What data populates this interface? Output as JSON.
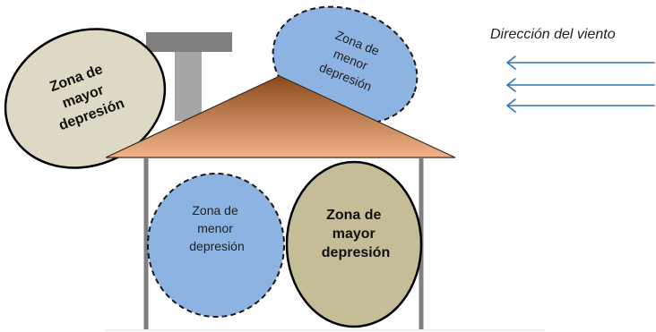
{
  "wind": {
    "label": "Dirección del viento",
    "arrow_color": "#2e75b6",
    "arrow_count": 3
  },
  "zones": {
    "roof_left": {
      "lines": [
        "Zona de",
        "mayor",
        "depresión"
      ],
      "fill": "#ddd9c4",
      "type": "mayor"
    },
    "roof_right": {
      "lines": [
        "Zona de",
        "menor",
        "depresión"
      ],
      "fill": "#8db3e2",
      "type": "menor"
    },
    "interior_left": {
      "lines": [
        "Zona de",
        "menor",
        "depresión"
      ],
      "fill": "#8db3e2",
      "type": "menor"
    },
    "interior_right": {
      "lines": [
        "Zona de",
        "mayor",
        "depresión"
      ],
      "fill": "#c4bd97",
      "type": "mayor"
    }
  },
  "colors": {
    "roof_top": "#8b4a1c",
    "roof_bottom": "#f2b38a",
    "chimney": "#a6a6a6",
    "chimney_cap": "#808080",
    "walls": "#7f7f7f"
  }
}
